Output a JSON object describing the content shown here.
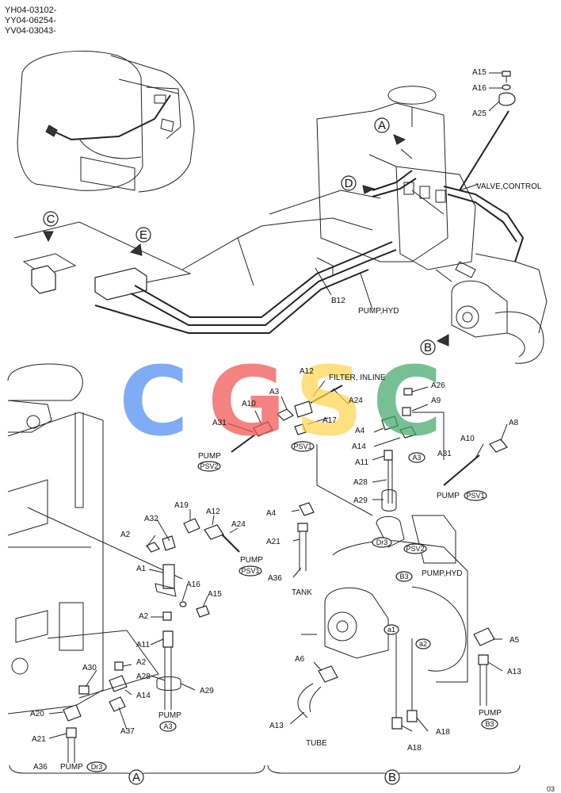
{
  "header": {
    "serials": [
      "YH04-03102-",
      "YY04-06254-",
      "YV04-03043-"
    ]
  },
  "page_number": "03",
  "watermark": {
    "letters": [
      "C",
      "G",
      "S",
      "C"
    ],
    "colors": [
      "#4f8df0",
      "#ef5350",
      "#ffd54f",
      "#43a96b"
    ]
  },
  "labels": {
    "a15_top": "A15",
    "a16_top": "A16",
    "a25": "A25",
    "valve_control": "VALVE,CONTROL",
    "b12": "B12",
    "pump_hyd_top": "PUMP,HYD",
    "filter_inline": "FILTER, INLINE",
    "a12_mid": "A12",
    "a24_mid": "A24",
    "a3_mid": "A3",
    "a10_mid": "A10",
    "a31_mid": "A31",
    "a17": "A17",
    "a26": "A26",
    "a9": "A9",
    "a8": "A8",
    "a4_mid": "A4",
    "a14_mid": "A14",
    "a11_mid": "A11",
    "a28_mid": "A28",
    "a29_mid": "A29",
    "a10_right": "A10",
    "a31_right": "A31",
    "a19": "A19",
    "a12_left": "A12",
    "a24_left": "A24",
    "a32": "A32",
    "a2_1": "A2",
    "a1": "A1",
    "a16_left": "A16",
    "a15_left": "A15",
    "a2_2": "A2",
    "a11_left": "A11",
    "a30": "A30",
    "a2_3": "A2",
    "a28_left": "A28",
    "a29_left": "A29",
    "a14_left": "A14",
    "a20": "A20",
    "a37": "A37",
    "a21_left": "A21",
    "a36_left": "A36",
    "a4_right": "A4",
    "a21_right": "A21",
    "a36_right": "A36",
    "tank": "TANK",
    "pump_hyd_right": "PUMP,HYD",
    "a6": "A6",
    "a13_left": "A13",
    "tube": "TUBE",
    "a5": "A5",
    "a13_right": "A13",
    "a18_1": "A18",
    "a18_2": "A18",
    "pump_1": "PUMP",
    "pump_2": "PUMP",
    "pump_3": "PUMP",
    "pump_4": "PUMP",
    "pump_5": "PUMP",
    "pump_6": "PUMP"
  },
  "tags": {
    "psv2_mid": "PSV2",
    "psv1_mid": "PSV1",
    "a3_tag_mid": "A3",
    "psv1_right": "PSV1",
    "psv1_left": "PSV1",
    "dr3_right": "Dr3",
    "psv2_right": "PSV2",
    "b3_right": "B3",
    "a1_small": "a1",
    "a2_small": "a2",
    "a3_tag_left": "A3",
    "dr3_left": "Dr3",
    "b3_bottom": "B3"
  },
  "callouts": {
    "A_top": "A",
    "D": "D",
    "C": "C",
    "E": "E",
    "B_top": "B",
    "A_bottom": "A",
    "B_bottom": "B"
  }
}
